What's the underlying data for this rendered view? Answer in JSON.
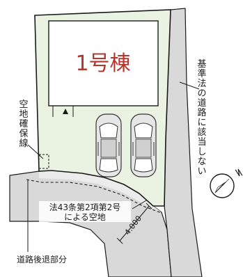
{
  "building_label": "1号棟",
  "vertical_labels": {
    "setback_confirmation": [
      "空",
      "地",
      "確",
      "保",
      "線"
    ],
    "road_right": [
      "基",
      "準",
      "法",
      "の",
      "道",
      "路",
      "に",
      "該",
      "当",
      "し",
      "な",
      "い"
    ]
  },
  "art43_label_line1": "法43条第2項第2号",
  "art43_label_line2": "による空地",
  "dimension_label": "4.000",
  "road_setback_label": "道路後退部分",
  "colors": {
    "lot_fill": "#eaf3e2",
    "road_fill": "#d9d9d9",
    "building_text": "#b5362d",
    "outline": "#1a1a1a"
  },
  "icons": {
    "compass": "north-arrow-icon",
    "cars": "car-top-view-icon",
    "entrance": "entrance-triangle-icon"
  }
}
